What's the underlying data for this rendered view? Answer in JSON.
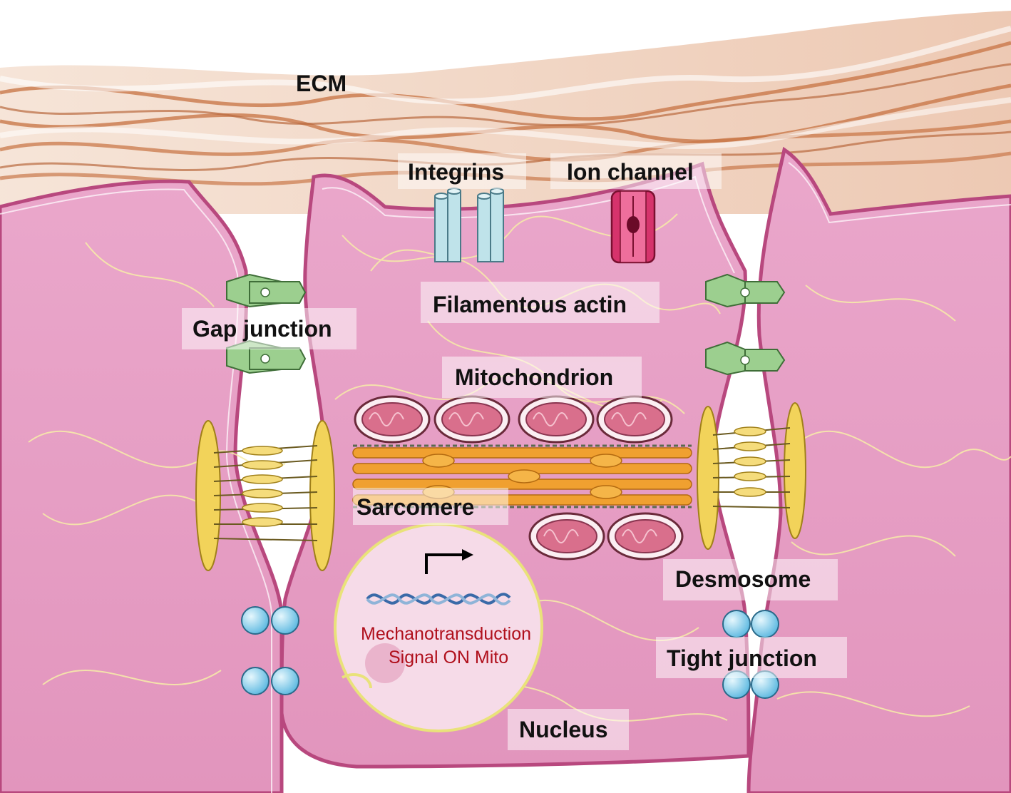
{
  "labels": {
    "ecm": "ECM",
    "integrins": "Integrins",
    "ion_channel": "Ion channel",
    "filamentous_actin": "Filamentous actin",
    "gap_junction": "Gap junction",
    "mitochondrion": "Mitochondrion",
    "sarcomere": "Sarcomere",
    "desmosome": "Desmosome",
    "tight_junction": "Tight junction",
    "nucleus": "Nucleus"
  },
  "nucleus_text": {
    "line1": "Mechanotransduction",
    "line2": "Signal ON Mito"
  },
  "colors": {
    "cell_fill": "#e8a2c6",
    "cell_border": "#b8487e",
    "ecm_fiber": "#c9784a",
    "ecm_light": "#f2d9c8",
    "integrin": "#bfe3ea",
    "ion_channel": "#d6336c",
    "gap_junction": "#9ccf8f",
    "desmosome": "#f2d35a",
    "tight_junction": "#7ccbea",
    "mito_outer": "#c95a77",
    "nucleus_fill": "#f6dbe8",
    "red_text": "#b0101c"
  }
}
